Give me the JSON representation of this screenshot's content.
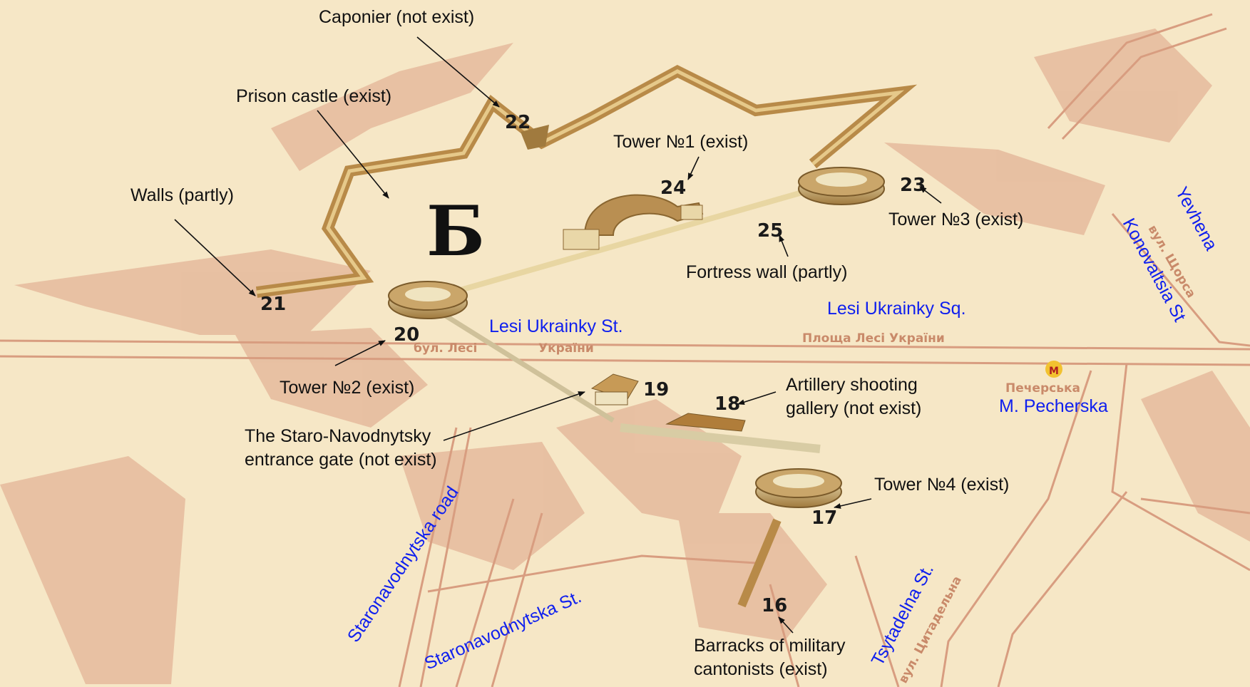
{
  "letter": "Б",
  "labels": {
    "caponier": "Caponier (not exist)",
    "prison": "Prison castle (exist)",
    "walls": "Walls (partly)",
    "tower1": "Tower №1 (exist)",
    "tower3": "Tower №3 (exist)",
    "fortress_wall": "Fortress wall (partly)",
    "tower2": "Tower №2 (exist)",
    "gate_line1": "The Staro-Navodnytsky",
    "gate_line2": "entrance gate (not exist)",
    "artillery_line1": "Artillery shooting",
    "artillery_line2": "gallery (not exist)",
    "tower4": "Tower №4 (exist)",
    "barracks_line1": "Barracks of military",
    "barracks_line2": "cantonists (exist)"
  },
  "streets": {
    "lesi_st": "Lesi Ukrainky St.",
    "lesi_sq": "Lesi Ukrainky Sq.",
    "pecherska": "M. Pecherska",
    "yevhena": "Yevhena",
    "konovaltsia": "Konovaltsia St",
    "staro_road": "Staronavodnytska road",
    "staro_st": "Staronavodnytska St.",
    "tsytadelna": "Tsytadelna St."
  },
  "map_text": {
    "bul_lesi": "бул. Лесі",
    "ukrainky": "України",
    "ploshcha": "Площа Лесі України",
    "pecherska_ru": "Печерська",
    "metro": "М",
    "shorsa1": "вул. Щорса",
    "tsytadelna_ru": "вул. Цитадельна"
  },
  "numbers": {
    "n16": "16",
    "n17": "17",
    "n18": "18",
    "n19": "19",
    "n20": "20",
    "n21": "21",
    "n22": "22",
    "n23": "23",
    "n24": "24",
    "n25": "25"
  },
  "colors": {
    "background": "#f6e7c6",
    "road": "#d89d80",
    "wall": "#b88a48",
    "shadow": "#d9a488",
    "label": "#111111",
    "street_label": "#1020ee"
  }
}
